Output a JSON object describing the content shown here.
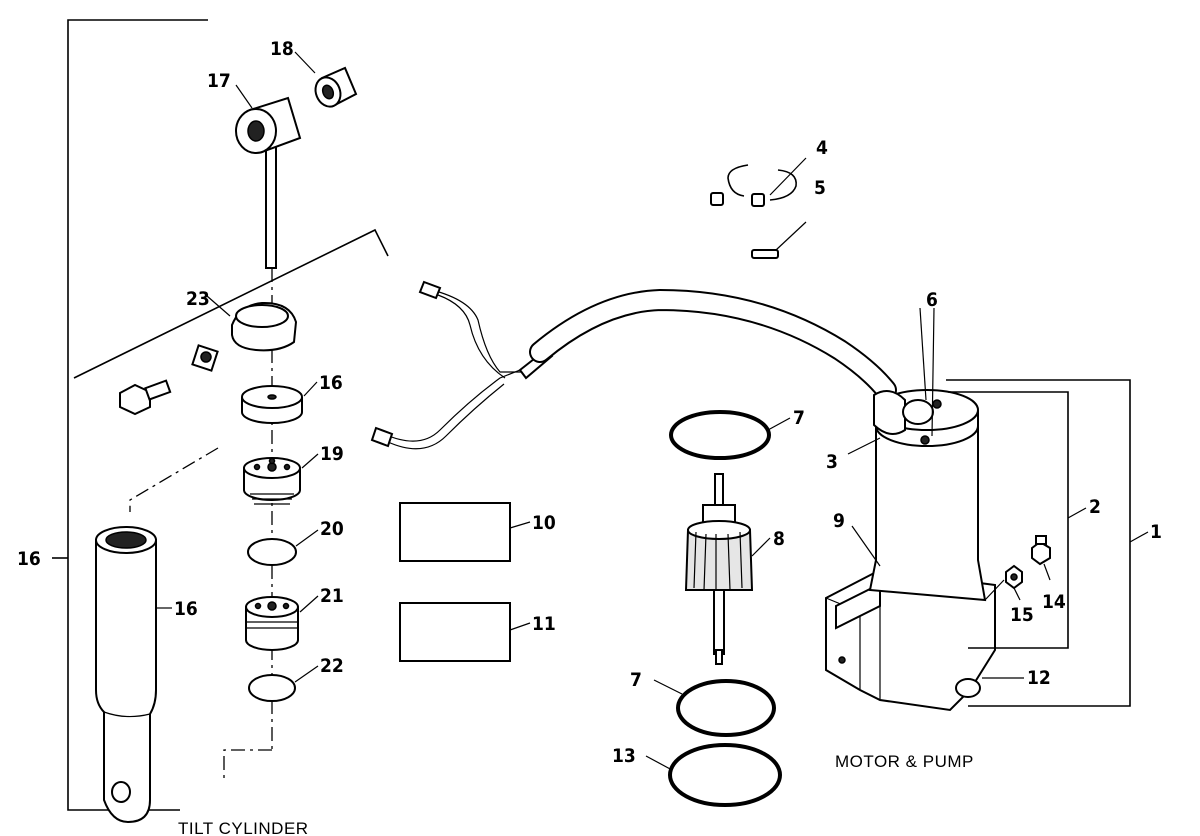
{
  "diagram": {
    "captions": {
      "motor_pump": "MOTOR & PUMP",
      "tilt_cylinder": "TILT CYLINDER"
    },
    "callouts": {
      "c1": "1",
      "c2": "2",
      "c3": "3",
      "c4": "4",
      "c5": "5",
      "c6": "6",
      "c7a": "7",
      "c7b": "7",
      "c8": "8",
      "c9": "9",
      "c10": "10",
      "c11": "11",
      "c12": "12",
      "c13": "13",
      "c14": "14",
      "c15": "15",
      "c16a": "16",
      "c16b": "16",
      "c16c": "16",
      "c17": "17",
      "c18": "18",
      "c19": "19",
      "c20": "20",
      "c21": "21",
      "c22": "22",
      "c23": "23"
    }
  }
}
